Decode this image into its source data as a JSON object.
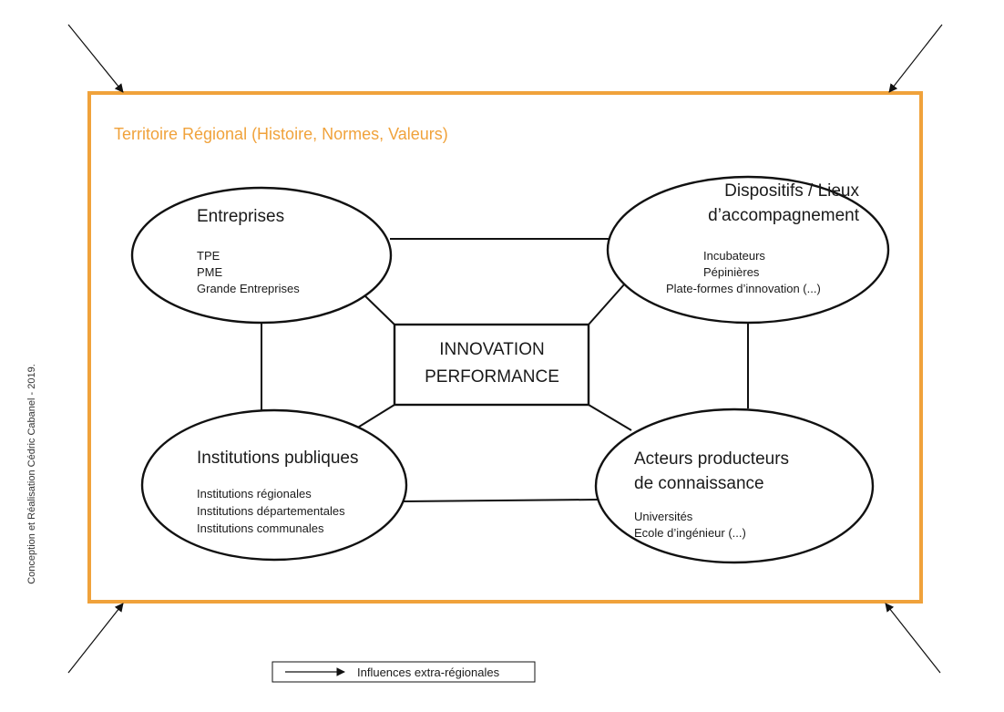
{
  "region": {
    "label": "Territoire Régional (Histoire, Normes, Valeurs)",
    "border_color": "#f0a23b"
  },
  "center": {
    "line1": "INNOVATION",
    "line2": "PERFORMANCE"
  },
  "nodes": {
    "entreprises": {
      "title": "Entreprises",
      "items": [
        "TPE",
        "PME",
        "Grande Entreprises"
      ]
    },
    "dispositifs": {
      "title_line1": "Dispositifs / Lieux",
      "title_line2": "d’accompagnement",
      "items": [
        "Incubateurs",
        "Pépinières",
        "Plate-formes d’innovation (...)"
      ]
    },
    "institutions": {
      "title": "Institutions publiques",
      "items": [
        "Institutions régionales",
        "Institutions départementales",
        "Institutions communales"
      ]
    },
    "acteurs": {
      "title_line1": "Acteurs producteurs",
      "title_line2": "de connaissance",
      "items": [
        "Universités",
        "Ecole d’ingénieur (...)"
      ]
    }
  },
  "legend": {
    "label": "Influences extra-régionales"
  },
  "credit": "Conception et Réalisation Cédric Cabanel - 2019."
}
